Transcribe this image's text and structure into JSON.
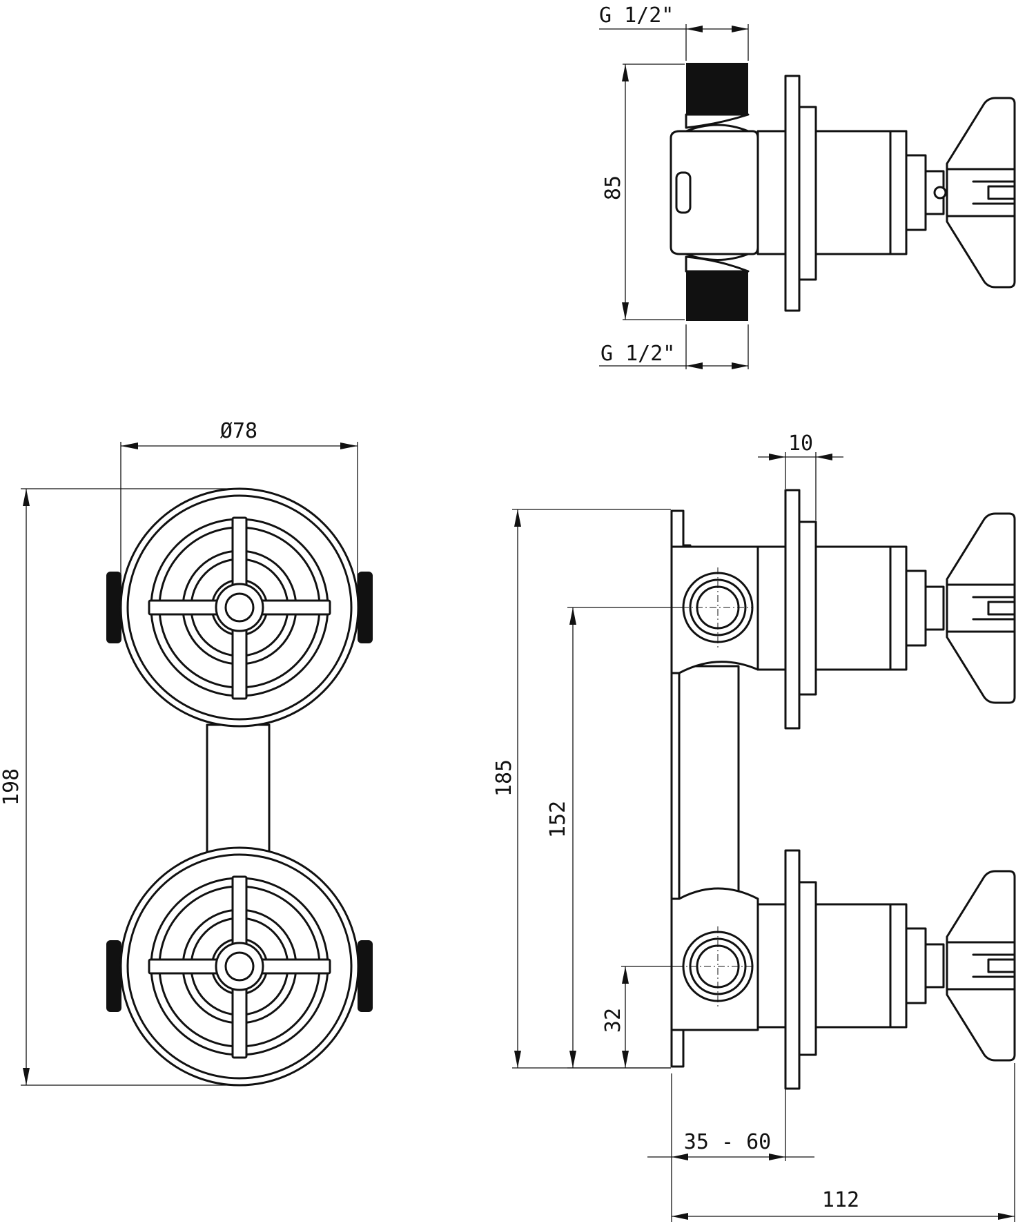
{
  "dimensions": {
    "thread_top": "G 1/2\"",
    "thread_bottom": "G 1/2\"",
    "height_side_top": "85",
    "diameter": "Ø78",
    "total_height": "198",
    "plate_thickness": "10",
    "body_height": "185",
    "axis_distance": "152",
    "bottom_axis": "32",
    "mount_depth": "35 - 60",
    "total_depth": "112"
  }
}
